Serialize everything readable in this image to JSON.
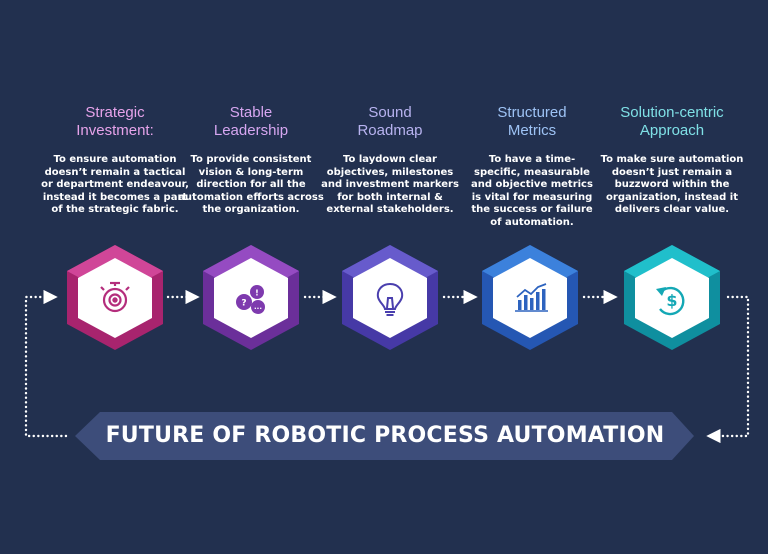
{
  "steps": [
    {
      "title_line1": "Strategic",
      "title_line2": "Investment:",
      "description": "To ensure automation doesn’t remain a tactical or department endeavour, instead it becomes a part of the strategic fabric.",
      "icon": "target-stopwatch-icon",
      "color": "#e6a3ea",
      "hex_light": "#d44a9c",
      "hex_dark": "#a8246e"
    },
    {
      "title_line1": "Stable",
      "title_line2": "Leadership",
      "description": "To provide consistent vision & long-term direction for all the automation efforts across the organization.",
      "icon": "discussion-bubbles-icon",
      "color": "#d6a6f0",
      "hex_light": "#9a4fc7",
      "hex_dark": "#6b2f9a"
    },
    {
      "title_line1": "Sound",
      "title_line2": "Roadmap",
      "description": "To laydown clear objectives, milestones and investment markers for both internal & external stakeholders.",
      "icon": "lightbulb-icon",
      "color": "#b8b3f0",
      "hex_light": "#6a5fd0",
      "hex_dark": "#4639a6"
    },
    {
      "title_line1": "Structured",
      "title_line2": "Metrics",
      "description": "To have a time-specific, measurable and objective metrics is vital for measuring the success or failure of automation.",
      "icon": "bar-chart-trend-icon",
      "color": "#9ec3f5",
      "hex_light": "#3f86e0",
      "hex_dark": "#2557b3"
    },
    {
      "title_line1": "Solution-centric",
      "title_line2": "Approach",
      "description": "To make sure automation doesn’t just remain a buzzword within the organization, instead it delivers clear value.",
      "icon": "dollar-cycle-icon",
      "color": "#7fe0e6",
      "hex_light": "#22c4cf",
      "hex_dark": "#0f8f9f"
    }
  ],
  "banner": {
    "text": "FUTURE OF ROBOTIC PROCESS AUTOMATION",
    "color": "#3d4d7a"
  },
  "connector_color": "#ffffff",
  "background_color": "#22304f"
}
